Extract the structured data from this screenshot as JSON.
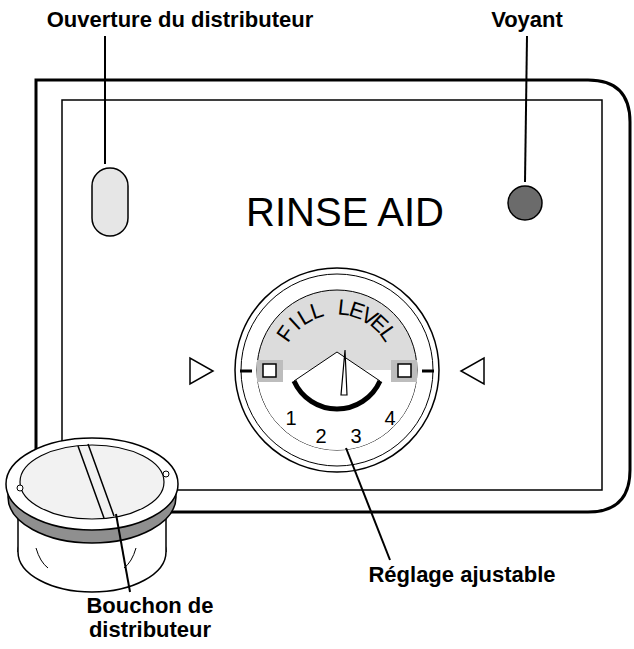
{
  "diagram": {
    "labels": [
      "Ouverture du distributeur",
      "Voyant",
      "RINSE AID",
      "FILL LEVEL",
      "1",
      "2",
      "3",
      "4",
      "Réglage ajustable",
      "Bouchon de distributeur"
    ]
  }
}
